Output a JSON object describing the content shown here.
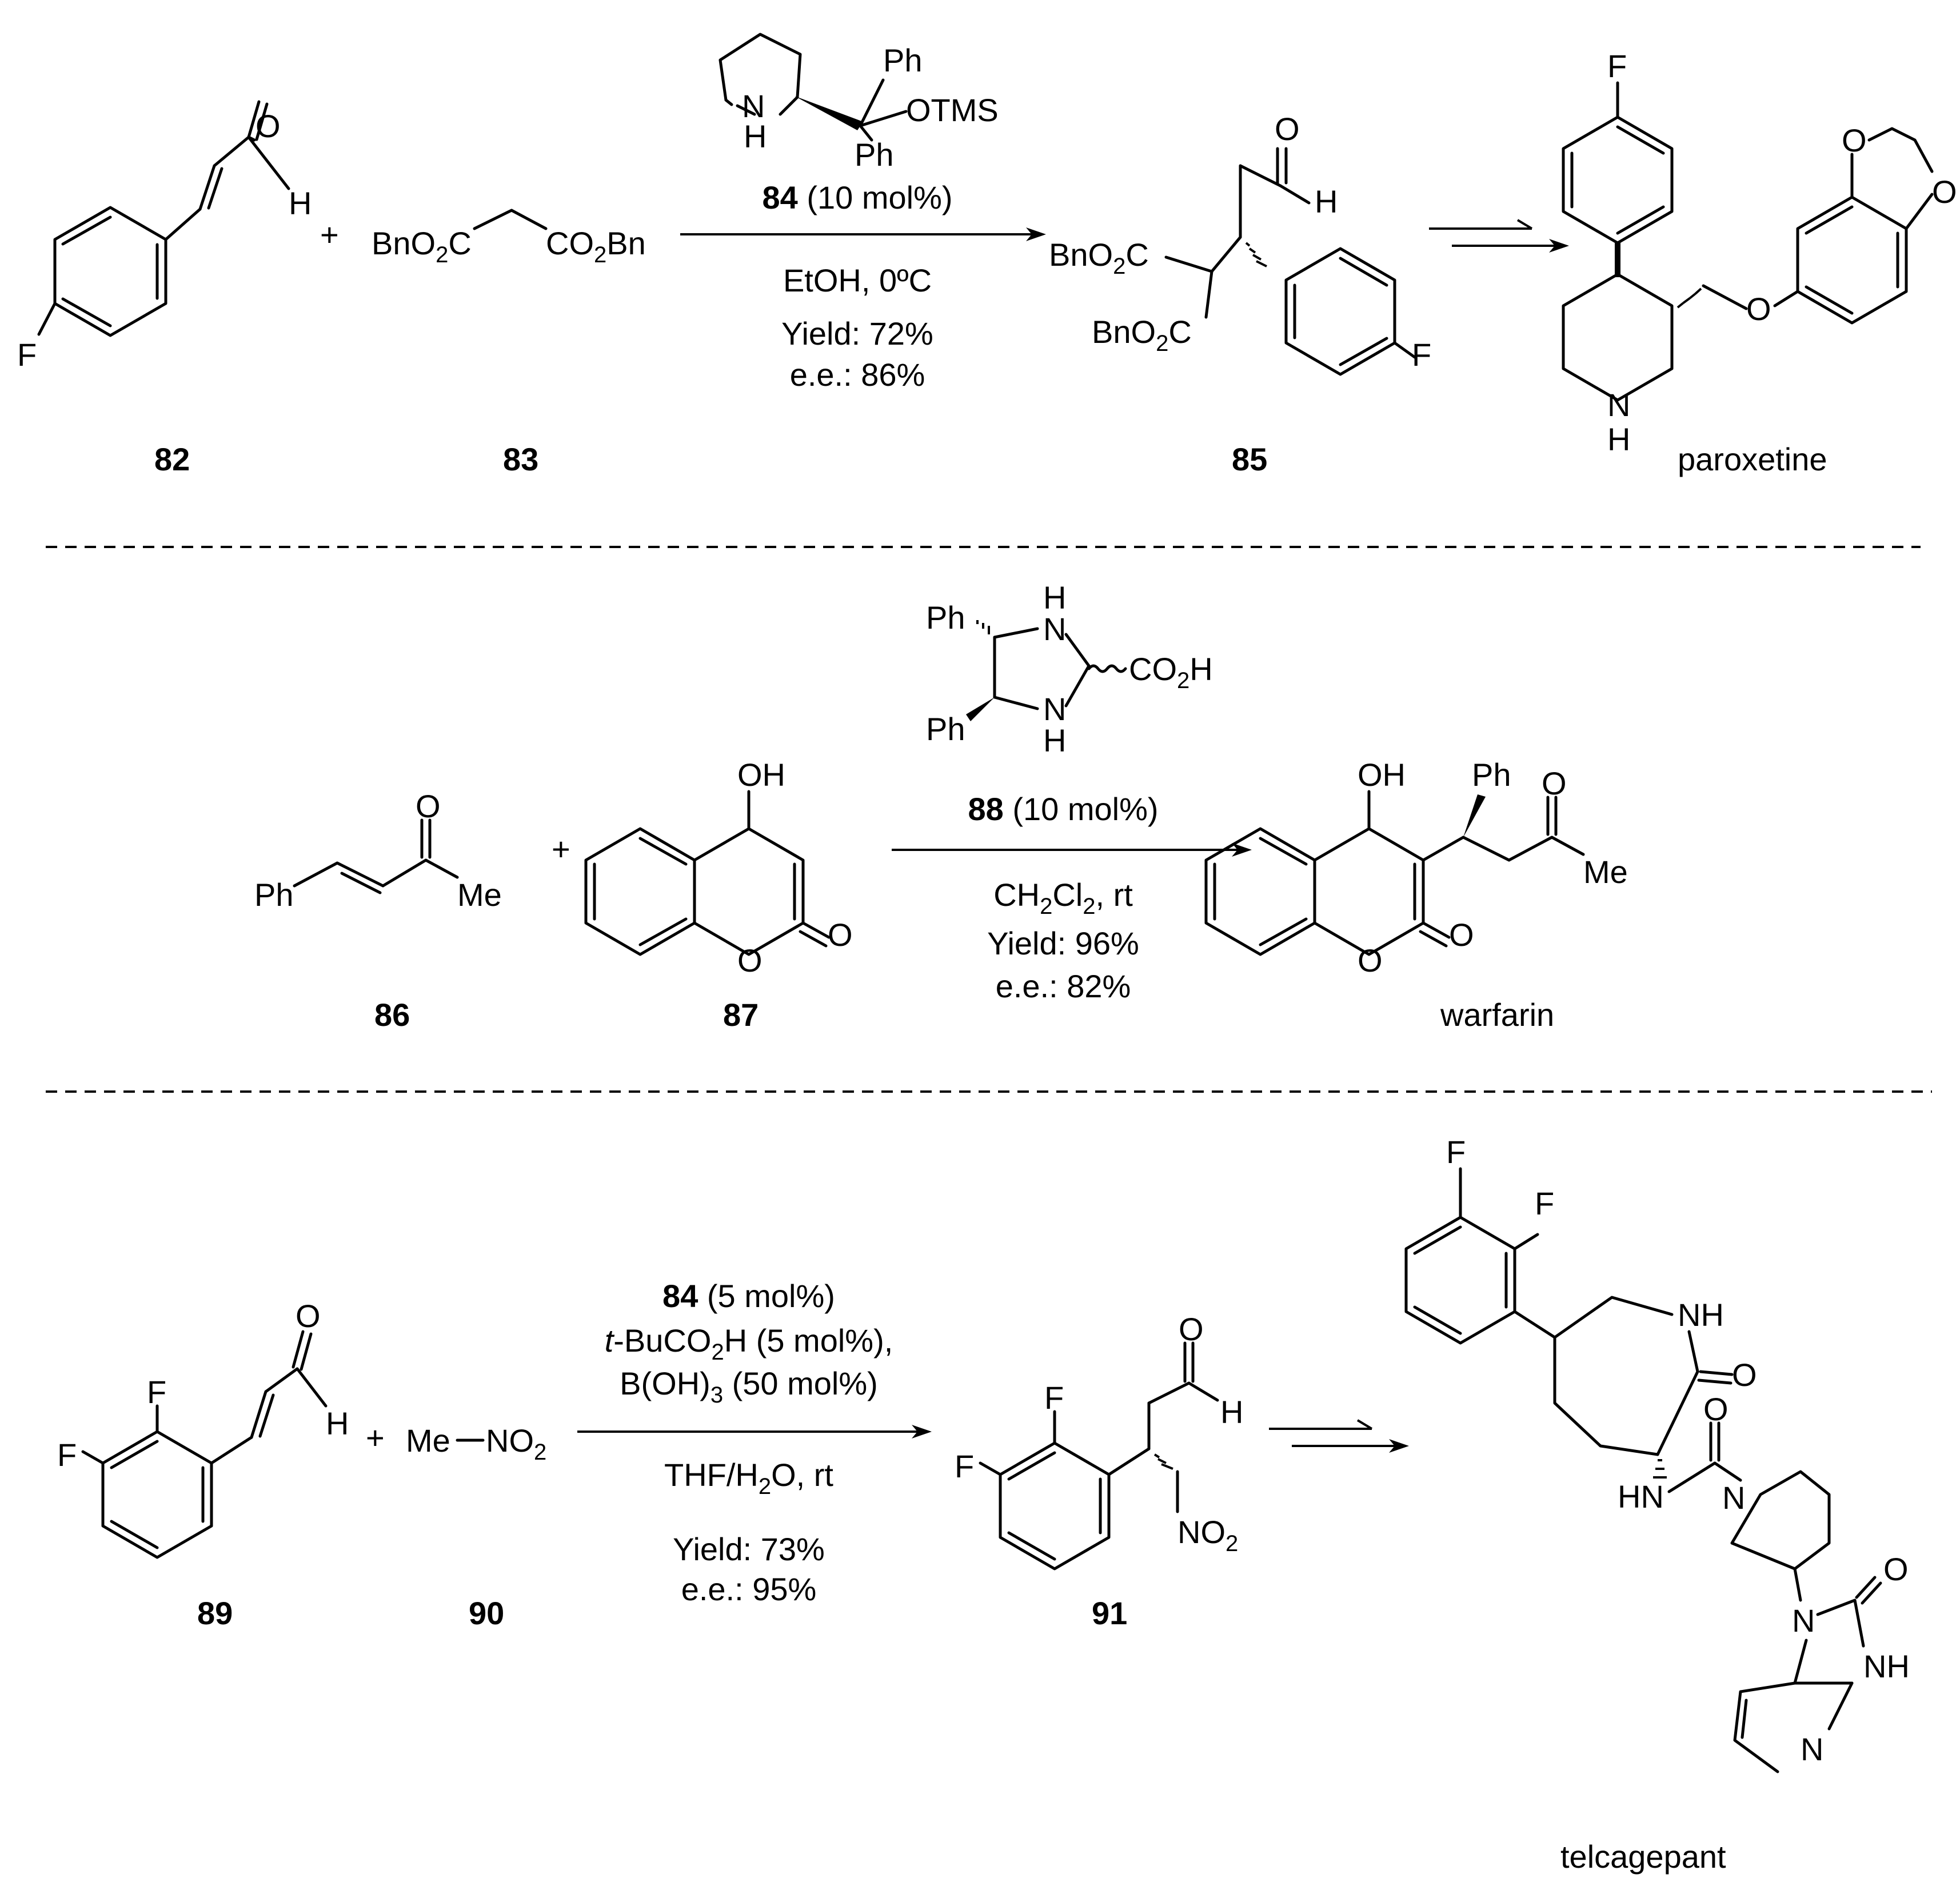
{
  "reactions": [
    {
      "substrates": [
        {
          "label": "82"
        },
        {
          "label": "83",
          "formula": [
            "BnO",
            "2",
            "C",
            "CO",
            "2",
            "Bn"
          ]
        }
      ],
      "plus": "+",
      "catalyst": {
        "atoms": {
          "ph1": "Ph",
          "ph2": "Ph",
          "otms": "OTMS",
          "nh_n": "N",
          "nh_h": "H"
        },
        "label": "84",
        "loading": " (10 mol%)"
      },
      "conditions": [
        "EtOH, 0ºC",
        "Yield: 72%",
        "e.e.: 86%"
      ],
      "product": {
        "label": "85",
        "atoms": {
          "o": "O",
          "h": "H",
          "ester1": "BnO",
          "ester1_sub": "2",
          "ester1_c": "C",
          "ester2": "BnO",
          "ester2_sub": "2",
          "ester2_c": "C",
          "f": "F"
        }
      },
      "target": {
        "name": "paroxetine",
        "atoms": {
          "f": "F",
          "o1": "O",
          "o2": "O",
          "o3": "O",
          "n": "N",
          "h": "H"
        }
      },
      "atoms_82": {
        "o": "O",
        "h": "H",
        "f": "F"
      }
    },
    {
      "substrates": [
        {
          "label": "86",
          "atoms": {
            "ph": "Ph",
            "o": "O",
            "me": "Me"
          }
        },
        {
          "label": "87",
          "atoms": {
            "oh": "OH",
            "o_ring": "O",
            "o_co": "O"
          }
        }
      ],
      "plus": "+",
      "catalyst": {
        "atoms": {
          "ph1": "Ph",
          "ph2": "Ph",
          "n1": "N",
          "h1": "H",
          "n2": "N",
          "h2": "H",
          "co2h": "CO",
          "co2h_sub": "2",
          "co2h_h": "H"
        },
        "label": "88",
        "loading": " (10 mol%)"
      },
      "conditions": [
        "CH",
        "2",
        "Cl",
        "2",
        ", rt",
        "Yield: 96%",
        "e.e.: 82%"
      ],
      "product": {
        "name": "warfarin",
        "atoms": {
          "oh": "OH",
          "ph": "Ph",
          "o_ring": "O",
          "o_co": "O",
          "o_k": "O",
          "me": "Me"
        }
      }
    },
    {
      "substrates": [
        {
          "label": "89",
          "atoms": {
            "o": "O",
            "h": "H",
            "f1": "F",
            "f2": "F"
          }
        },
        {
          "label": "90",
          "formula": [
            "Me",
            "NO",
            "2"
          ]
        }
      ],
      "plus": "+",
      "conditions_above": [
        "84",
        " (5 mol%)",
        "t",
        "-BuCO",
        "2",
        "H (5 mol%),",
        "B(OH)",
        "3",
        " (50 mol%)"
      ],
      "conditions_below": [
        "THF/H",
        "2",
        "O, rt",
        "Yield: 73%",
        "e.e.: 95%"
      ],
      "product": {
        "label": "91",
        "atoms": {
          "o": "O",
          "h": "H",
          "f1": "F",
          "f2": "F",
          "no2": "NO",
          "no2_sub": "2"
        }
      },
      "target": {
        "name": "telcagepant",
        "atoms": {
          "f1": "F",
          "f2": "F",
          "nh1": "NH",
          "o1": "O",
          "hn": "HN",
          "o2": "O",
          "n_pip": "N",
          "n_im": "N",
          "o3": "O",
          "nh2": "NH",
          "n_py": "N"
        }
      }
    }
  ]
}
